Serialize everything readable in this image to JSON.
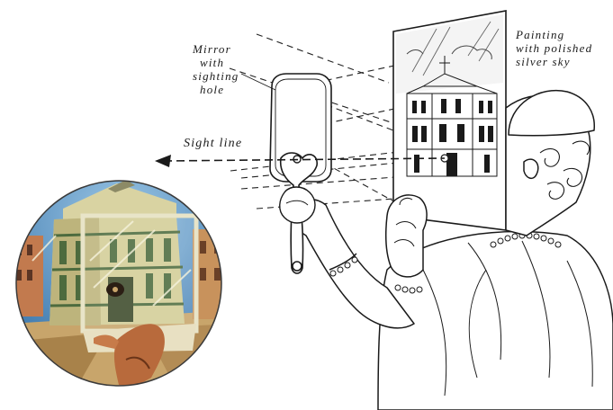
{
  "labels": {
    "mirror": [
      "Mirror",
      "with",
      "sighting",
      "hole"
    ],
    "painting": [
      "Painting",
      "with polished",
      "silver sky"
    ],
    "sight_line": "Sight line"
  },
  "colors": {
    "ink": "#1a1a1a",
    "sky": "#6fa6cf",
    "stone": "#c9c58a",
    "marble_dark": "#4d6b3e",
    "ground": "#c8a56b",
    "frame": "#d7d0a8"
  }
}
